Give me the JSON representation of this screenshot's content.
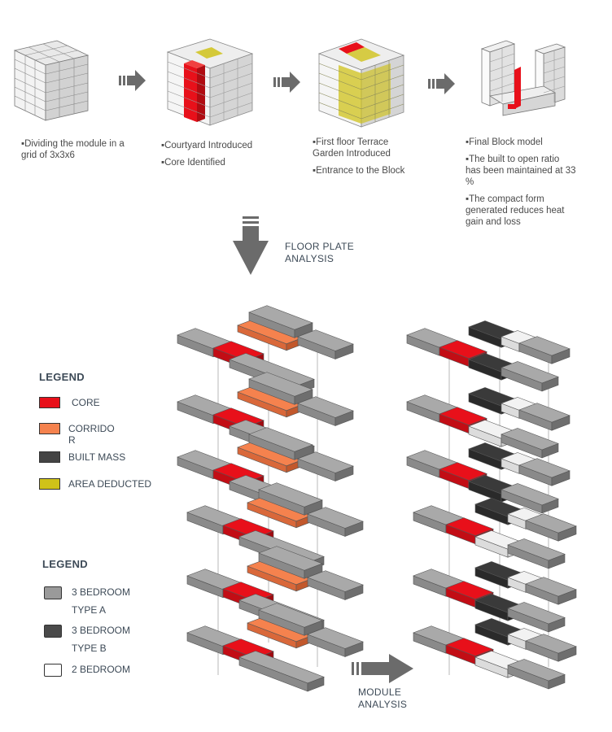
{
  "steps": [
    {
      "lines": [
        "▪Dividing the module in a grid of 3x3x6"
      ]
    },
    {
      "lines": [
        "▪Courtyard Introduced",
        "▪Core Identified"
      ]
    },
    {
      "lines": [
        "▪First floor Terrace Garden Introduced",
        "▪Entrance to the Block"
      ]
    },
    {
      "lines": [
        "▪Final Block model",
        "▪The built to open ratio has been maintained at 33 %",
        "▪The compact form generated reduces heat gain and loss"
      ]
    }
  ],
  "floor_plate_label": [
    "FLOOR PLATE",
    "ANALYSIS"
  ],
  "module_label": [
    "MODULE",
    "ANALYSIS"
  ],
  "legend1": {
    "title": "LEGEND",
    "items": [
      {
        "label": "CORE",
        "color": "#e8101a"
      },
      {
        "label": "CORRIDO\nR",
        "color": "#f5824e"
      },
      {
        "label": "BUILT MASS",
        "color": "#444444"
      },
      {
        "label": "AREA DEDUCTED",
        "color": "#cfc219"
      }
    ]
  },
  "legend2": {
    "title": "LEGEND",
    "items": [
      {
        "label": "3 BEDROOM",
        "sub": "TYPE A",
        "color": "#9a9a9a"
      },
      {
        "label": "3 BEDROOM",
        "sub": "TYPE B",
        "color": "#4a4a4a"
      },
      {
        "label": "2 BEDROOM",
        "sub": "",
        "color": "#ffffff"
      }
    ]
  },
  "colors": {
    "grey_top": "#a8a8a8",
    "grey_side": "#7d7d7d",
    "red": "#e8101a",
    "orange": "#f5824e",
    "yellow": "#cfc219",
    "dark": "#3a3a3a"
  }
}
